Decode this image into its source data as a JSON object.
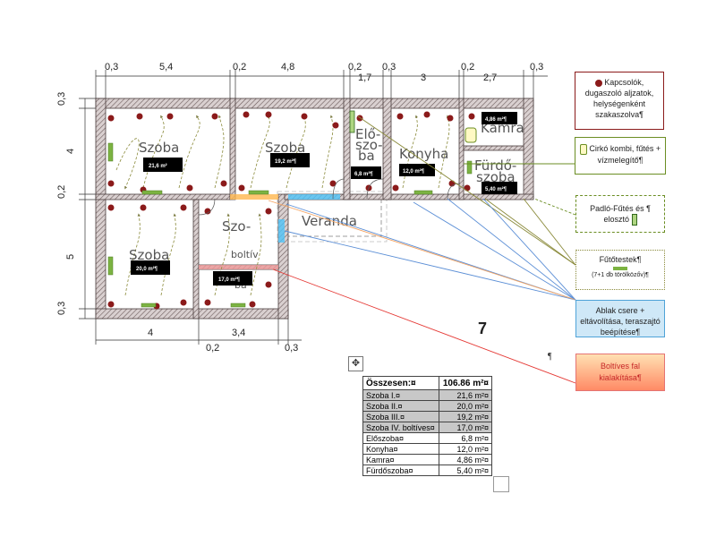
{
  "dimensions": {
    "top": [
      "0,3",
      "5,4",
      "0,2",
      "4,8",
      "0,2",
      "1,7",
      "0,3",
      "3",
      "0,2",
      "2,7",
      "0,3"
    ],
    "left": [
      "0,3",
      "4",
      "0,2",
      "5",
      "0,3"
    ],
    "bottom": [
      "4",
      "3,4",
      "0,2",
      "0,3"
    ]
  },
  "rooms": [
    {
      "label": "Szoba",
      "area": "21,6 m²"
    },
    {
      "label": "Szoba",
      "area": "19,2 m²¶"
    },
    {
      "label": "Elő-szo-ba",
      "area": "6,8 m²¶"
    },
    {
      "label": "Konyha",
      "area": "12,0 m²¶"
    },
    {
      "label": "Kamra",
      "area": "4,86 m²¶"
    },
    {
      "label": "Fürdő-szoba",
      "area": "5,40 m²¶"
    },
    {
      "label": "Szoba",
      "area": "20,0 m²¶"
    },
    {
      "label": "Szo-boltív-ba",
      "area": "17,0 m²¶"
    }
  ],
  "veranda_label": "Veranda",
  "legend": {
    "switches": "Kapcsolók, dugaszoló aljzatok, helységenként szakaszolva¶",
    "boiler": "Cirkó  kombi, fűtés + vízmelegítő¶",
    "floor_heating": "Padló-Fűtés és ¶ elosztó",
    "radiators_title": "Fűtőtestek¶",
    "radiators_note": "(7+1 db törölközőv)¶",
    "windows": "Ablak csere + eltávolítása, teraszajtó beépítése¶",
    "arch": "Boltíves fal kialakítása¶"
  },
  "table": {
    "header": {
      "label": "Összesen:¤",
      "value": "106.86 m²¤"
    },
    "rows": [
      {
        "label": "Szoba  I.¤",
        "value": "21,6 m²¤"
      },
      {
        "label": "Szoba  II.¤",
        "value": "20,0 m²¤"
      },
      {
        "label": "Szoba  III.¤",
        "value": "19,2 m²¤"
      },
      {
        "label": "Szoba  IV. boltíves¤",
        "value": "17,0 m²¤"
      },
      {
        "label": "Előszoba¤",
        "value": "6,8 m²¤"
      },
      {
        "label": "Konyha¤",
        "value": "12,0 m²¤"
      },
      {
        "label": "Kamra¤",
        "value": "4,86 m²¤"
      },
      {
        "label": "Fürdőszoba¤",
        "value": "5,40 m²¤"
      }
    ]
  },
  "page_mark": "7",
  "pilcrow": "¶",
  "colors": {
    "wall": "#7a6a6a",
    "socket": "#8b1a1a",
    "radiator": "#7cb342",
    "veranda": "#9e9e9e",
    "window": "#4fc3f7",
    "arch_line": "#e53935",
    "legend_boiler": "#6b8e23"
  }
}
